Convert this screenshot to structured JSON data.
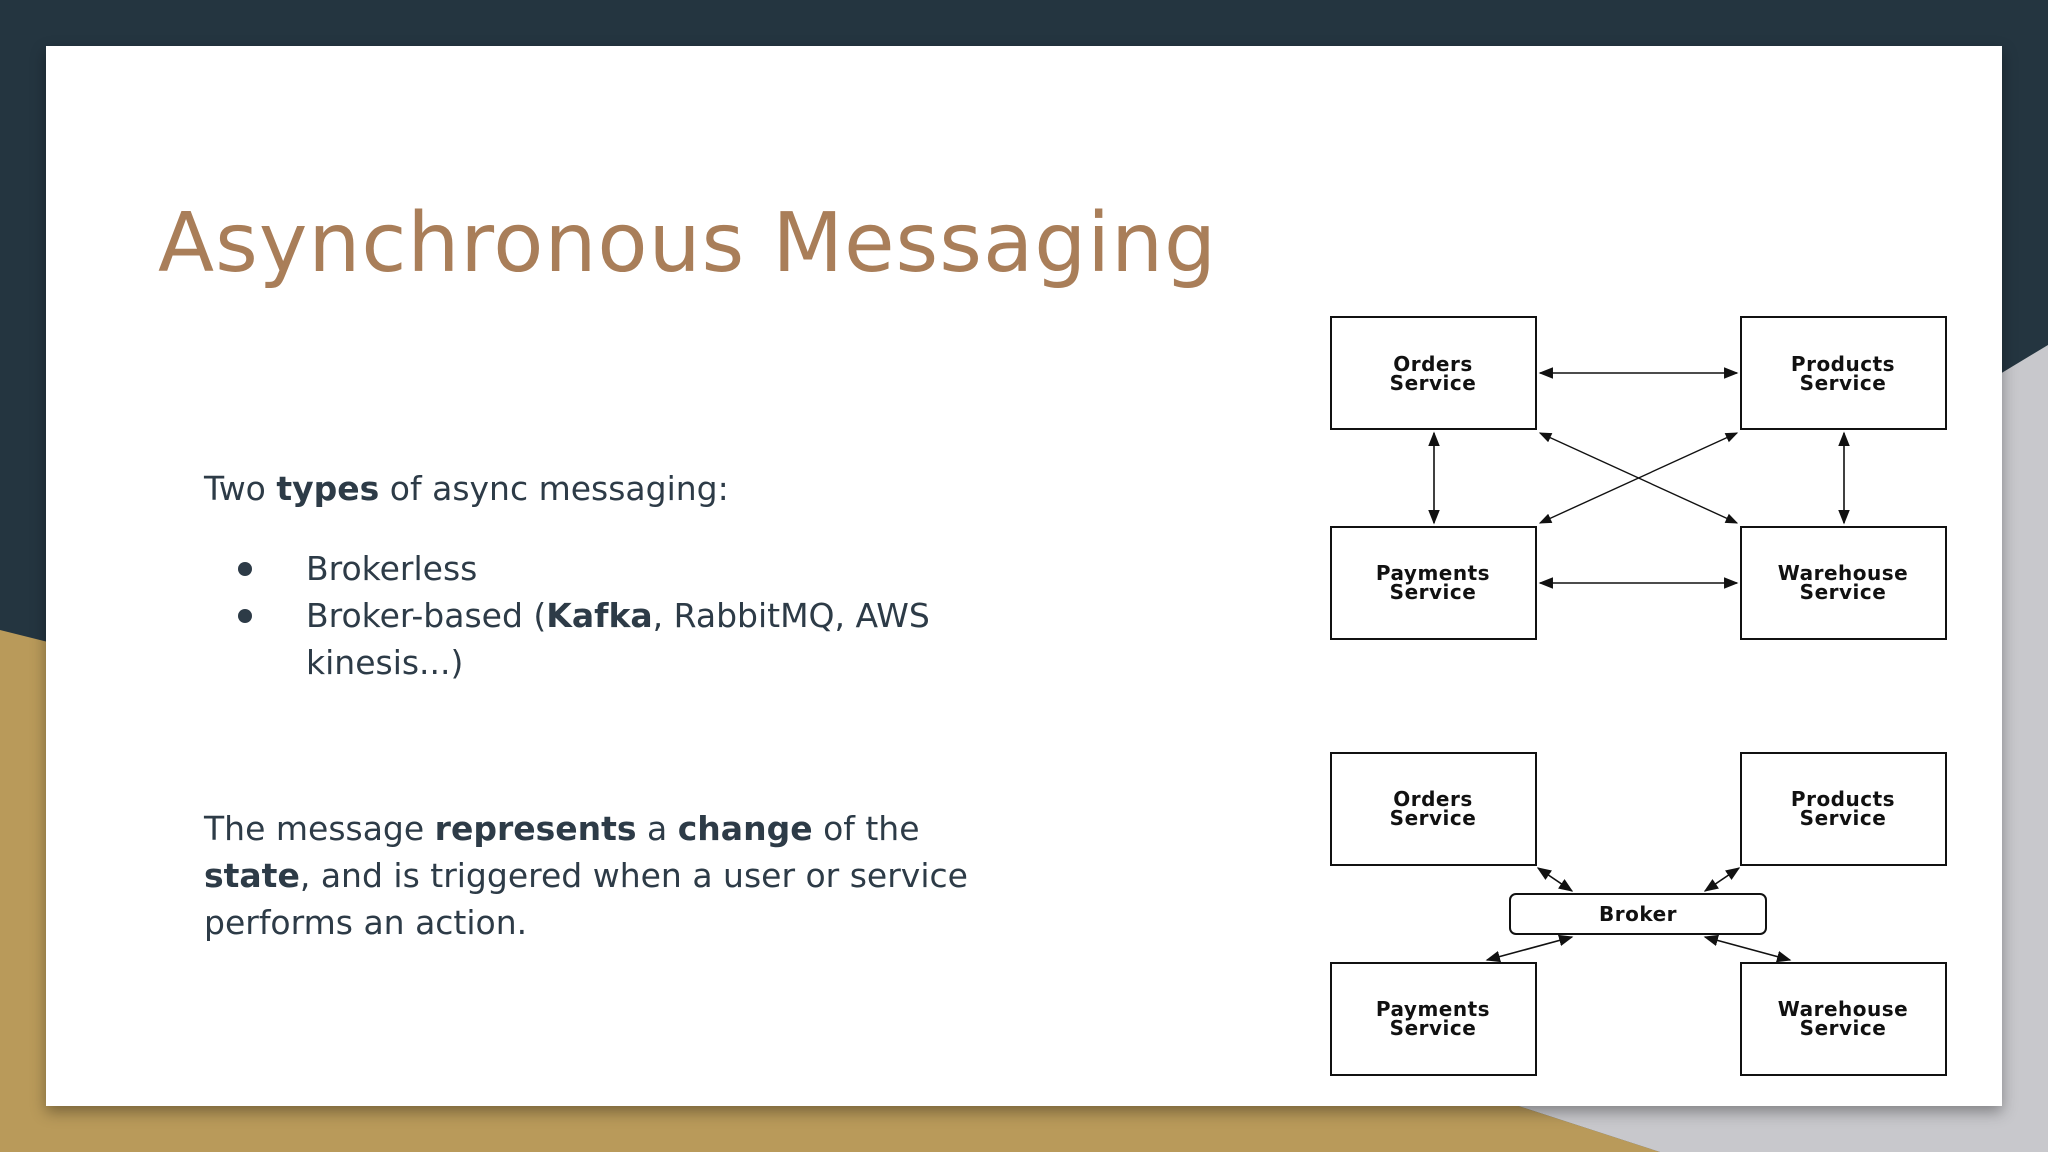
{
  "slide": {
    "title": "Asynchronous Messaging",
    "intro": {
      "before": "Two ",
      "bold": "types",
      "after": " of async messaging:"
    },
    "bullets": [
      {
        "text": "Brokerless"
      },
      {
        "before": "Broker-based (",
        "bold": "Kafka",
        "after": ", RabbitMQ, AWS kinesis...)"
      }
    ],
    "paragraph": {
      "p1": "The message ",
      "b1": "represents",
      "p2": " a ",
      "b2": "change",
      "p3": " of the ",
      "b3": "state",
      "p4": ", and is triggered when a user or service performs an action."
    }
  },
  "diagram_top": {
    "orders": [
      "Orders",
      "Service"
    ],
    "products": [
      "Products",
      "Service"
    ],
    "payments": [
      "Payments",
      "Service"
    ],
    "warehouse": [
      "Warehouse",
      "Service"
    ]
  },
  "diagram_bottom": {
    "orders": [
      "Orders",
      "Service"
    ],
    "products": [
      "Products",
      "Service"
    ],
    "payments": [
      "Payments",
      "Service"
    ],
    "warehouse": [
      "Warehouse",
      "Service"
    ],
    "broker": "Broker"
  },
  "colors": {
    "title": "#a97e59",
    "dark_bg": "#243540",
    "gold": "#b99a5a",
    "text": "#2d3b47"
  }
}
